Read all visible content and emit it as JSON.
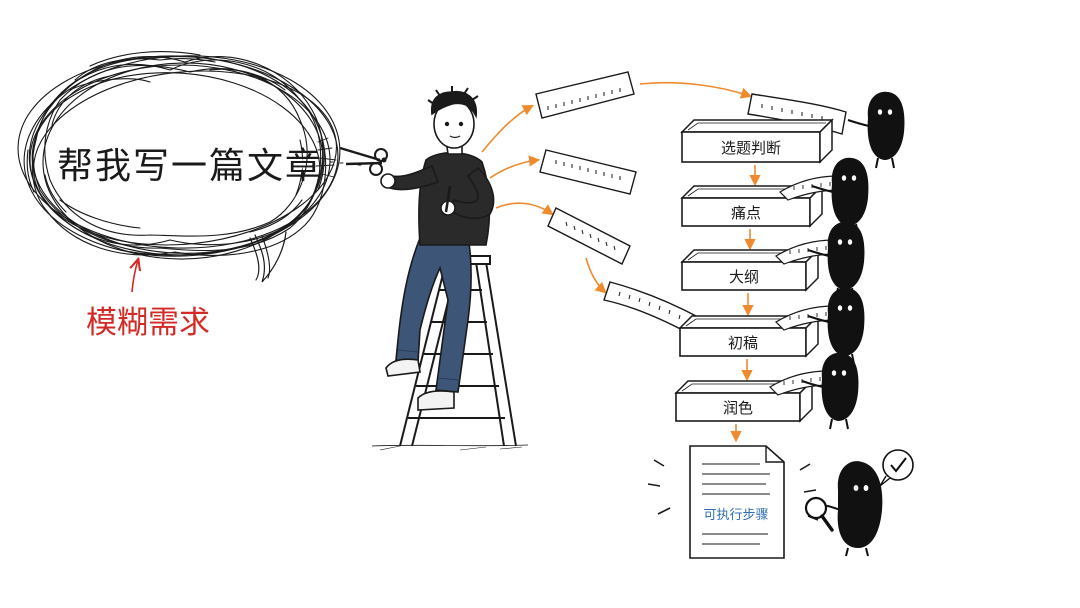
{
  "cloud": {
    "request_text": "帮我写一篇文章",
    "caption": "模糊需求",
    "caption_color": "#d42a25"
  },
  "colors": {
    "ink": "#1a1a1a",
    "arrow": "#ef8a2e",
    "output_text": "#2f6fb5",
    "jeans": "#3d5577",
    "sweater": "#2a2a2a"
  },
  "pipeline": {
    "steps": [
      {
        "label": "选题判断"
      },
      {
        "label": "痛点"
      },
      {
        "label": "大纲"
      },
      {
        "label": "初稿"
      },
      {
        "label": "润色"
      }
    ],
    "output_label": "可执行步骤"
  },
  "icons": [
    "scissors-icon",
    "magnifier-icon",
    "check-icon",
    "pen-icon"
  ]
}
